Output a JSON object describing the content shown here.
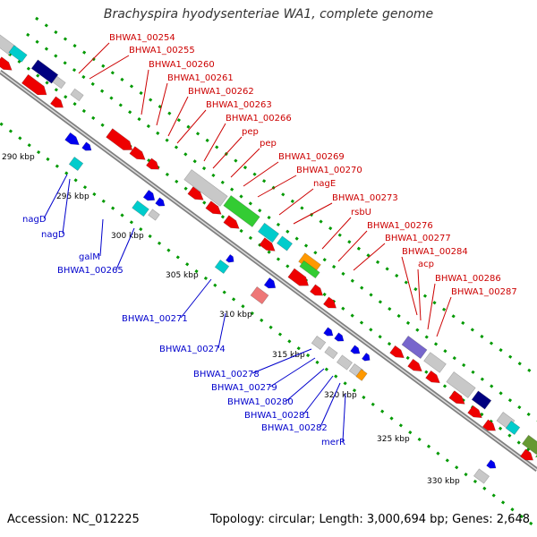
{
  "title": "Brachyspira hyodysenteriae WA1, complete genome",
  "accession": "Accession: NC_012225",
  "topology": "Topology: circular; Length: 3,000,694 bp; Genes: 2,648",
  "colors": {
    "forward_label": "#cc0000",
    "reverse_label": "#0000cc",
    "cds_red": "#ee0000",
    "cds_blue": "#0000ee",
    "grey": "#c8c8c8",
    "cyan": "#00cccc",
    "green": "#33cc33",
    "orange": "#ff9900",
    "navy": "#000080",
    "purple": "#7766cc",
    "pink": "#ee7777",
    "olive": "#669933",
    "backbone": "#808080",
    "tick_dots": "#009900"
  },
  "scale_ticks": [
    "290 kbp",
    "295 kbp",
    "300 kbp",
    "305 kbp",
    "310 kbp",
    "315 kbp",
    "320 kbp",
    "325 kbp",
    "330 kbp"
  ],
  "forward_labels": [
    "BHWA1_00254",
    "BHWA1_00255",
    "BHWA1_00260",
    "BHWA1_00261",
    "BHWA1_00262",
    "BHWA1_00263",
    "BHWA1_00266",
    "pep",
    "pep",
    "BHWA1_00269",
    "BHWA1_00270",
    "nagE",
    "BHWA1_00273",
    "rsbU",
    "BHWA1_00276",
    "BHWA1_00277",
    "BHWA1_00284",
    "acp",
    "BHWA1_00286",
    "BHWA1_00287"
  ],
  "reverse_labels": [
    "nagD",
    "nagD",
    "galM",
    "BHWA1_00265",
    "BHWA1_00271",
    "BHWA1_00274",
    "BHWA1_00278",
    "BHWA1_00279",
    "BHWA1_00280",
    "BHWA1_00281",
    "BHWA1_00282",
    "merR"
  ]
}
